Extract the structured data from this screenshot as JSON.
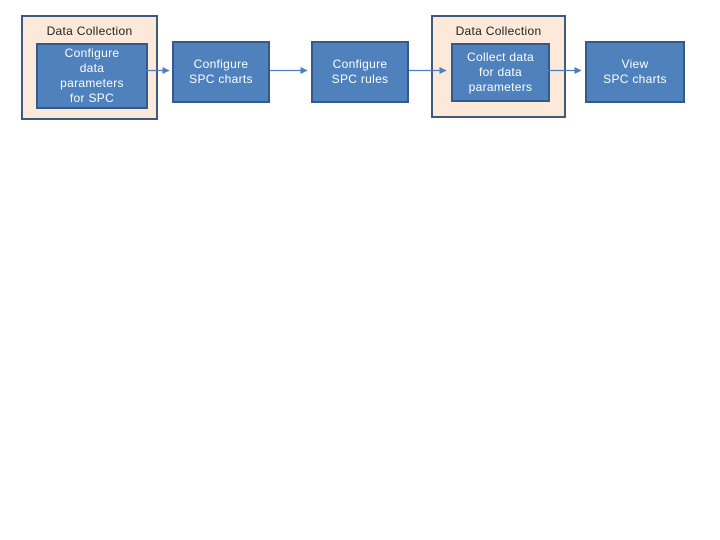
{
  "diagram": {
    "groups": [
      {
        "title": "Data Collection"
      },
      {
        "title": "Data Collection"
      }
    ],
    "nodes": [
      {
        "id": "configure-data-parameters-for-spc",
        "label": "Configure\ndata\nparameters\nfor SPC"
      },
      {
        "id": "configure-spc-charts",
        "label": "Configure\nSPC charts"
      },
      {
        "id": "configure-spc-rules",
        "label": "Configure\nSPC rules"
      },
      {
        "id": "collect-data-for-data-parameters",
        "label": "Collect data\nfor data\nparameters"
      },
      {
        "id": "view-spc-charts",
        "label": "View\nSPC charts"
      }
    ],
    "connectors": [
      {
        "from": "configure-data-parameters-for-spc",
        "to": "configure-spc-charts"
      },
      {
        "from": "configure-spc-charts",
        "to": "configure-spc-rules"
      },
      {
        "from": "configure-spc-rules",
        "to": "collect-data-for-data-parameters"
      },
      {
        "from": "collect-data-for-data-parameters",
        "to": "view-spc-charts"
      }
    ],
    "colors": {
      "slide_bg": "#FFFFFF",
      "group_fill": "#FCE9DA",
      "group_border": "#3F5A7D",
      "node_fill": "#4F81BD",
      "node_border": "#36598C",
      "node_text": "#FDFDFF",
      "title_text": "#1F1F1F",
      "connector": "#4E7FBC"
    }
  }
}
